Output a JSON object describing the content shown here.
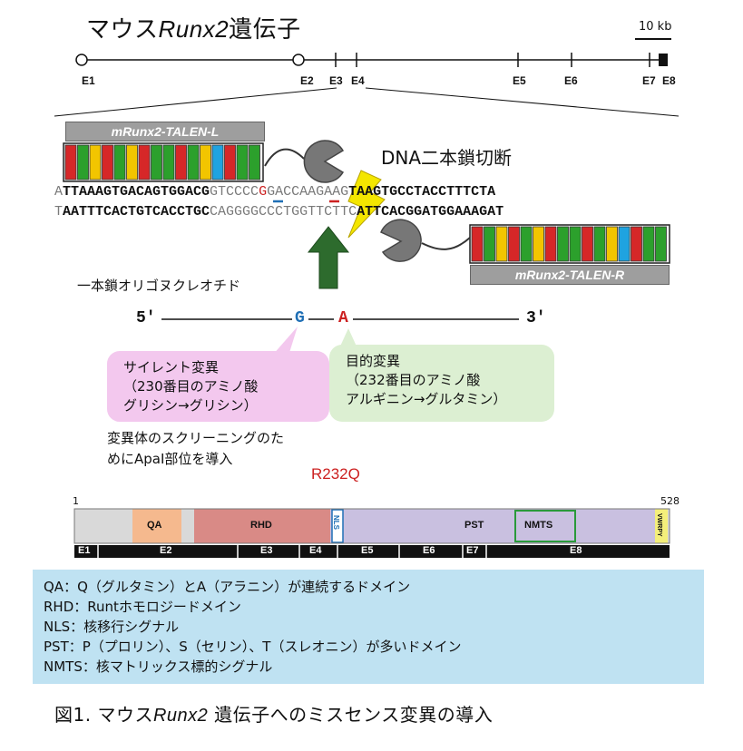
{
  "title": {
    "prefix": "マウス",
    "gene": "Runx2",
    "suffix": "遺伝子"
  },
  "scale_bar": {
    "label": "10 kb"
  },
  "gene_map": {
    "exons": [
      "E1",
      "E2",
      "E3",
      "E4",
      "E5",
      "E6",
      "E7",
      "E8"
    ]
  },
  "talen_left": {
    "label": "mRunx2-TALEN-L"
  },
  "talen_right": {
    "label": "mRunx2-TALEN-R"
  },
  "dsb_label": "DNA二本鎖切断",
  "sequence": {
    "top": {
      "p1": "A",
      "p2": "TTAAAGTGACAGTGGACG",
      "p3": "GTCCCC",
      "p4": "G",
      "p5": "GACCAAGAAG",
      "p6": "TAAGTGCCTACCTTTCTA"
    },
    "bottom": {
      "p1": "T",
      "p2": "AATTTCACTGTCACCTGC",
      "p3": "CAGGGGCCC",
      "p4": "TGGTTCTTC",
      "p5": "ATTCACGGATGGAAAGAT"
    }
  },
  "oligo": {
    "title": "一本鎖オリゴヌクレオチド",
    "five_prime": "5'",
    "three_prime": "3'",
    "base_g": "G",
    "base_a": "A",
    "colors": {
      "g": "#1f6fb5",
      "a": "#cc2020"
    }
  },
  "silent": {
    "line1": "サイレント変異",
    "line2": "（230番目のアミノ酸",
    "line3": "グリシン→グリシン）"
  },
  "target": {
    "line1": "目的変異",
    "line2": "（232番目のアミノ酸",
    "line3": "アルギニン→グルタミン）"
  },
  "screening_note": {
    "line1": "変異体のスクリーニングのた",
    "line2": "めにApaI部位を導入"
  },
  "mutation_label": "R232Q",
  "protein": {
    "start": "1",
    "end": "528",
    "domains": {
      "qa": "QA",
      "rhd": "RHD",
      "nls": "NLS",
      "pst": "PST",
      "nmts": "NMTS",
      "vwrpy": "VWRPY"
    },
    "exons": [
      "E1",
      "E2",
      "E3",
      "E4",
      "E5",
      "E6",
      "E7",
      "E8"
    ]
  },
  "legend": {
    "qa": "QA：Q（グルタミン）とA（アラニン）が連続するドメイン",
    "rhd": "RHD：Runtホモロジードメイン",
    "nls": "NLS：核移行シグナル",
    "pst": "PST：P（プロリン）、S（セリン）、T（スレオニン）が多いドメイン",
    "nmts": "NMTS：核マトリックス標的シグナル"
  },
  "caption": {
    "prefix": "図1. マウス",
    "gene": "Runx2",
    "suffix": " 遺伝子へのミスセンス変異の導入"
  },
  "colors": {
    "talen_blocks": [
      "#d62728",
      "#2ca02c",
      "#f2c500",
      "#d62728",
      "#2ca02c",
      "#f2c500",
      "#d62728",
      "#2ca02c",
      "#2ca02c",
      "#d62728",
      "#2ca02c",
      "#f2c500",
      "#1fa3e0",
      "#d62728",
      "#2ca02c",
      "#2ca02c"
    ],
    "arrow": "#2d6b2d",
    "legend_bg": "#bfe2f2"
  }
}
